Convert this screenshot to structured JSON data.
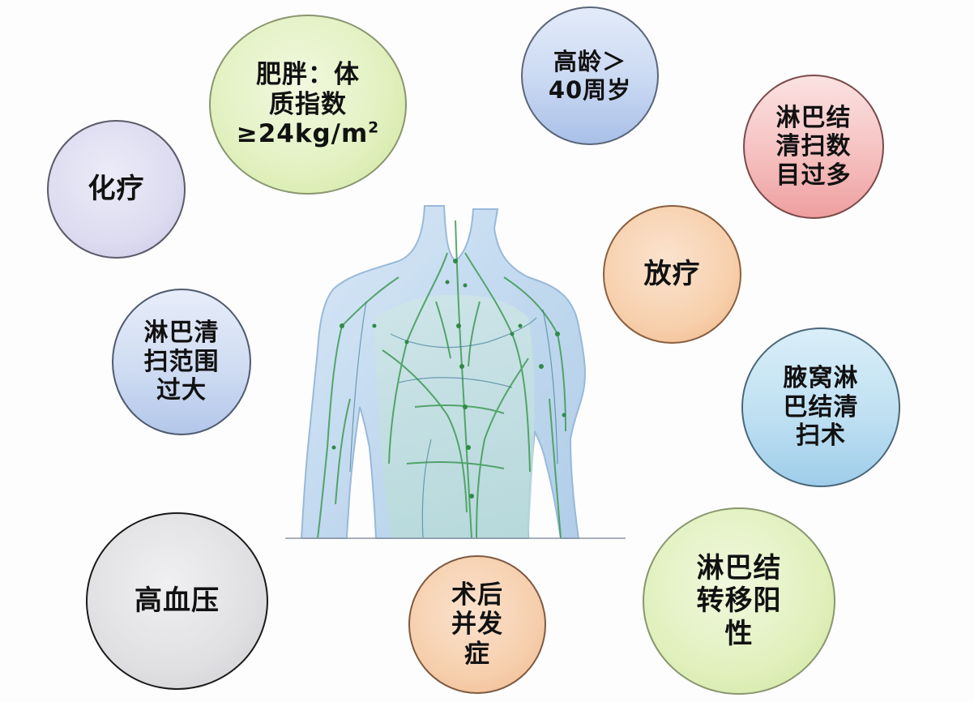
{
  "diagram": {
    "type": "risk-factor-bubble-diagram",
    "center_figure": {
      "description": "Translucent human upper body showing the lymphatic system",
      "colors": {
        "body": "#bcd6ee",
        "lymph_vessels": "#3f9a55",
        "outline": "#8fb2d6"
      }
    },
    "factors": [
      {
        "id": "obesity",
        "lines": [
          "肥胖：体",
          "质指数",
          "≥24kg/m"
        ],
        "superscript": "2",
        "color": "#e3f1c2",
        "border": "#8a9670"
      },
      {
        "id": "age",
        "lines": [
          "高龄＞",
          "40周岁"
        ],
        "color": "#c9d8f2",
        "border": "#5a6678"
      },
      {
        "id": "node-count",
        "lines": [
          "淋巴结",
          "清扫数",
          "目过多"
        ],
        "color": "#f6c1c1",
        "border": "#7a4a4a"
      },
      {
        "id": "chemotherapy",
        "lines": [
          "化疗"
        ],
        "color": "#dddcf0",
        "border": "#5b5b6a"
      },
      {
        "id": "radiotherapy",
        "lines": [
          "放疗"
        ],
        "color": "#f7d0ad",
        "border": "#8a6040"
      },
      {
        "id": "dissection-range",
        "lines": [
          "淋巴清",
          "扫范围",
          "过大"
        ],
        "color": "#cfdcf2",
        "border": "#4e5a6e"
      },
      {
        "id": "axillary-dissection",
        "lines": [
          "腋窝淋",
          "巴结清",
          "扫术"
        ],
        "color": "#bfe0f2",
        "border": "#4a6878"
      },
      {
        "id": "hypertension",
        "lines": [
          "高血压"
        ],
        "color": "#e0e0e3",
        "border": "#1a1a1a"
      },
      {
        "id": "postop-complications",
        "lines": [
          "术后",
          "并发",
          "症"
        ],
        "color": "#f6cfad",
        "border": "#7e5a42"
      },
      {
        "id": "node-metastasis",
        "lines": [
          "淋巴结",
          "转移阳",
          "性"
        ],
        "color": "#e1f0bd",
        "border": "#8a9670"
      }
    ]
  }
}
